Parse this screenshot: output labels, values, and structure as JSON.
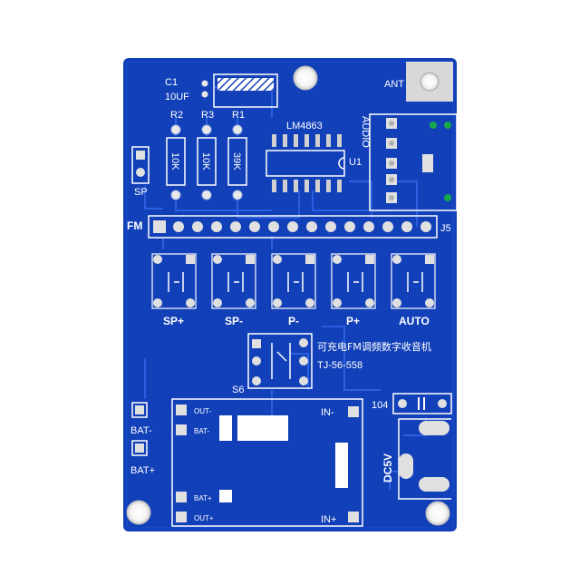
{
  "image": {
    "alt": "Blue printed circuit board for a rechargeable FM radio kit",
    "board_color": "#1240b8"
  },
  "labels": {
    "c1": "C1",
    "cap_value": "10UF",
    "r2": "R2",
    "r3": "R3",
    "r1": "R1",
    "r2_value": "10K",
    "r3_value": "10K",
    "r1_value": "39K",
    "ic_name": "LM4863",
    "u1": "U1",
    "audio": "AUDIO",
    "ant": "ANT",
    "sp": "SP",
    "fm": "FM",
    "j5": "J5",
    "btn_sp_plus": "SP+",
    "btn_sp_minus": "SP-",
    "btn_p_minus": "P-",
    "btn_p_plus": "P+",
    "btn_auto": "AUTO",
    "title_cn": "可充电FM调频数字收音机",
    "model": "TJ-56-558",
    "s6": "S6",
    "bat_minus": "BAT-",
    "bat_plus": "BAT+",
    "mod_out_minus": "OUT-",
    "mod_bat_minus": "BAT-",
    "mod_bat_plus": "BAT+",
    "mod_out_plus": "OUT+",
    "in_minus": "IN-",
    "in_plus": "IN+",
    "cap_104": "104",
    "dc5v": "DC5V"
  }
}
